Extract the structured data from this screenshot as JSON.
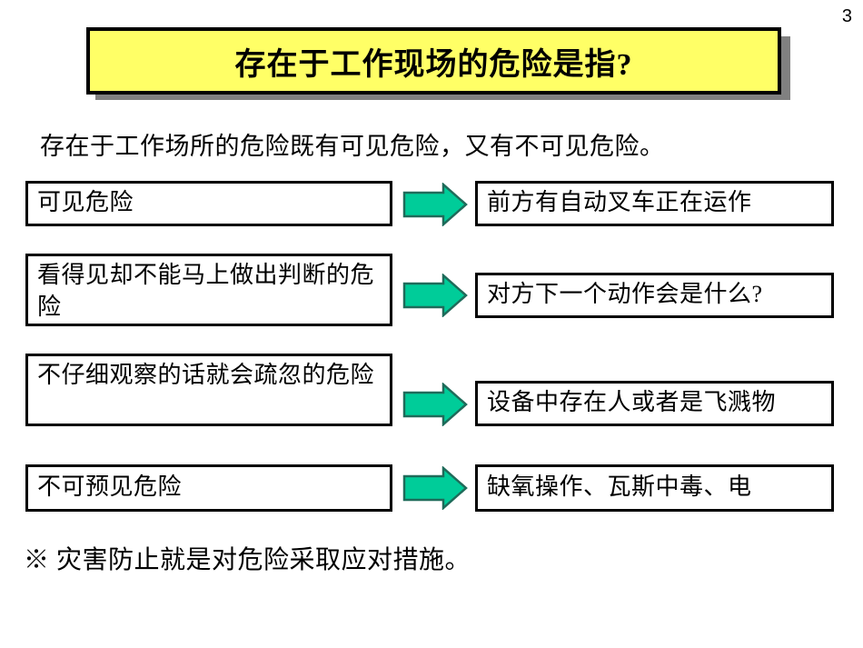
{
  "slide": {
    "page_number": "3",
    "title": "存在于工作现场的危险是指?",
    "subtitle": "存在于工作场所的危险既有可见危险，又有不可见危险。",
    "footnote": "※ 灾害防止就是对危险采取应对措施。"
  },
  "colors": {
    "title_fill": "#ffff66",
    "title_border": "#000000",
    "title_shadow": "#808080",
    "arrow_fill": "#00cc99",
    "arrow_outline": "#1f6b5a",
    "box_border": "#000000",
    "box_fill": "#ffffff",
    "text": "#000000"
  },
  "rows": [
    {
      "left": "可见危险",
      "arrow": "right-arrow-icon",
      "right": "前方有自动叉车正在运作"
    },
    {
      "left": "看得见却不能马上做出判断的危险",
      "arrow": "right-arrow-icon",
      "right": "对方下一个动作会是什么?"
    },
    {
      "left": "不仔细观察的话就会疏忽的危险",
      "arrow": "right-arrow-icon",
      "right": "设备中存在人或者是飞溅物"
    },
    {
      "left": "不可预见危险",
      "arrow": "right-arrow-icon",
      "right": "缺氧操作、瓦斯中毒、电"
    }
  ]
}
